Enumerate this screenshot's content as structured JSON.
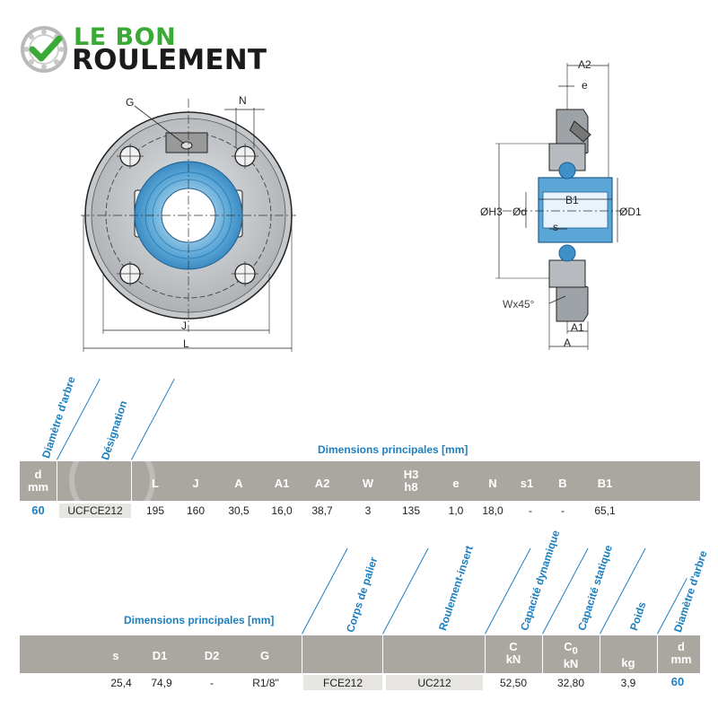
{
  "brand": {
    "line1": "LE BON",
    "line2": "ROULEMENT",
    "colors": {
      "green": "#3aa935",
      "dark": "#1b1b1b",
      "accent_blue": "#1d7fbf",
      "header_gray": "#a9a7a0"
    }
  },
  "drawing_labels": {
    "G": "G",
    "N": "N",
    "J": "J",
    "L": "L",
    "A2": "A2",
    "e": "e",
    "H3": "ØH3",
    "d": "Ød",
    "B1": "B1",
    "s": "s",
    "D1": "ØD1",
    "W": "Wx45°",
    "A1": "A1",
    "A": "A"
  },
  "table1": {
    "diag_headers": [
      "Diamètre d'arbre",
      "Désignation"
    ],
    "group_title": "Dimensions principales [mm]",
    "col_d": [
      "d",
      "mm"
    ],
    "columns": [
      "L",
      "J",
      "A",
      "A1",
      "A2",
      "W",
      "H3\nh8",
      "e",
      "N",
      "s1",
      "B",
      "B1"
    ],
    "row": {
      "d": "60",
      "designation": "UCFCE212",
      "values": [
        "195",
        "160",
        "30,5",
        "16,0",
        "38,7",
        "3",
        "135",
        "1,0",
        "18,0",
        "-",
        "-",
        "65,1"
      ]
    }
  },
  "table2": {
    "group_title": "Dimensions principales [mm]",
    "diag_headers": [
      "Corps de palier",
      "Roulement-insert",
      "Capacité dynamique",
      "Capacité statique",
      "Poids",
      "Diamètre d'arbre"
    ],
    "columns": [
      "s",
      "D1",
      "D2",
      "G"
    ],
    "unit_headers": {
      "C": [
        "C",
        "kN"
      ],
      "C0": [
        "C",
        "0",
        "kN"
      ],
      "kg": "kg",
      "d": [
        "d",
        "mm"
      ]
    },
    "row": {
      "values": [
        "25,4",
        "74,9",
        "-",
        "R1/8\""
      ],
      "housing": "FCE212",
      "insert": "UC212",
      "C": "52,50",
      "C0": "32,80",
      "weight": "3,9",
      "d": "60"
    }
  }
}
